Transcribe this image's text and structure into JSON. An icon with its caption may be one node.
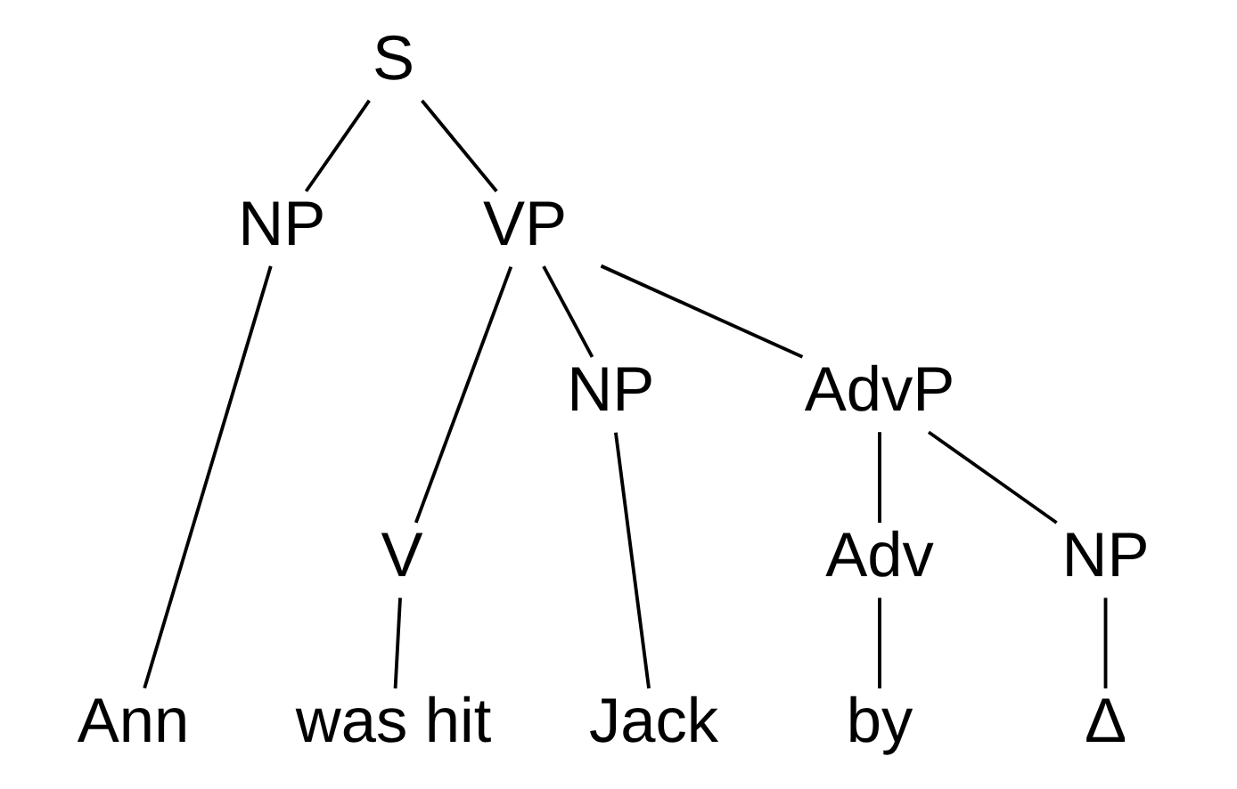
{
  "diagram": {
    "nodes": [
      {
        "text": [
          "S"
        ]
      },
      {
        "text": [
          "NP"
        ]
      },
      {
        "text": [
          "VP"
        ]
      },
      {
        "text": [
          "V"
        ]
      },
      {
        "text": [
          "NP"
        ]
      },
      {
        "text": [
          "AdvP"
        ]
      },
      {
        "text": [
          "Adv"
        ]
      },
      {
        "text": [
          "NP"
        ]
      },
      {
        "text": [
          "Ann"
        ]
      },
      {
        "text": [
          "was hit"
        ]
      },
      {
        "text": [
          "Jack"
        ]
      },
      {
        "text": [
          "by"
        ]
      },
      {
        "text": [
          "Δ"
        ]
      }
    ],
    "edges": [
      {
        "from": 0,
        "to": 1,
        "arrow": "none"
      },
      {
        "from": 0,
        "to": 2,
        "arrow": "none"
      },
      {
        "from": 1,
        "to": 8,
        "arrow": "none"
      },
      {
        "from": 2,
        "to": 3,
        "arrow": "none"
      },
      {
        "from": 2,
        "to": 4,
        "arrow": "none"
      },
      {
        "from": 2,
        "to": 5,
        "arrow": "none"
      },
      {
        "from": 3,
        "to": 9,
        "arrow": "none"
      },
      {
        "from": 4,
        "to": 10,
        "arrow": "none"
      },
      {
        "from": 5,
        "to": 6,
        "arrow": "none"
      },
      {
        "from": 5,
        "to": 7,
        "arrow": "none"
      },
      {
        "from": 6,
        "to": 11,
        "arrow": "none"
      },
      {
        "from": 7,
        "to": 12,
        "arrow": "none"
      }
    ]
  }
}
